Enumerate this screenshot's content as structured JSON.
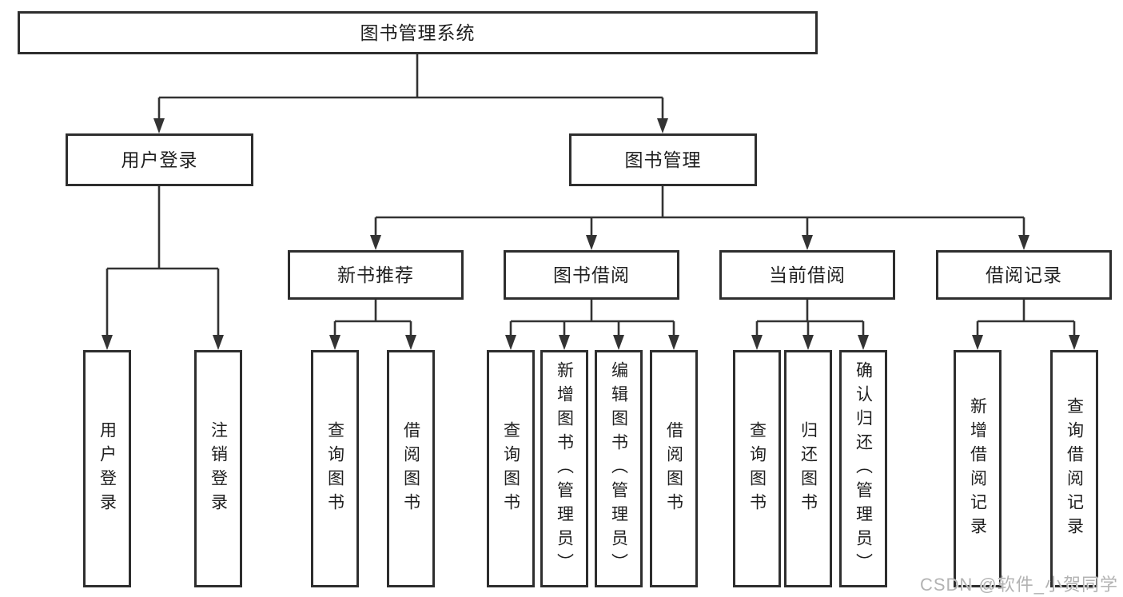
{
  "diagram": {
    "root": {
      "label": "图书管理系统"
    },
    "level2": {
      "user_login": {
        "label": "用户登录"
      },
      "book_management": {
        "label": "图书管理"
      }
    },
    "level3": {
      "new_book_recommend": {
        "label": "新书推荐"
      },
      "book_borrow": {
        "label": "图书借阅"
      },
      "current_borrow": {
        "label": "当前借阅"
      },
      "borrow_records": {
        "label": "借阅记录"
      }
    },
    "leaves": {
      "user_login_children": [
        {
          "label": "用户登录"
        },
        {
          "label": "注销登录"
        }
      ],
      "new_book_children": [
        {
          "label": "查询图书"
        },
        {
          "label": "借阅图书"
        }
      ],
      "book_borrow_children": [
        {
          "label": "查询图书"
        },
        {
          "label": "新增图书（管理员）"
        },
        {
          "label": "编辑图书（管理员）"
        },
        {
          "label": "借阅图书"
        }
      ],
      "current_borrow_children": [
        {
          "label": "查询图书"
        },
        {
          "label": "归还图书"
        },
        {
          "label": "确认归还（管理员）"
        }
      ],
      "borrow_record_children": [
        {
          "label": "新增借阅记录"
        },
        {
          "label": "查询借阅记录"
        }
      ]
    }
  },
  "watermark": {
    "text": "CSDN @软件_小贺同学"
  },
  "colors": {
    "line": "#333333",
    "box_border": "#2e2e2e",
    "text": "#1f1f1f",
    "watermark": "#b3b3b3",
    "background": "#ffffff"
  }
}
